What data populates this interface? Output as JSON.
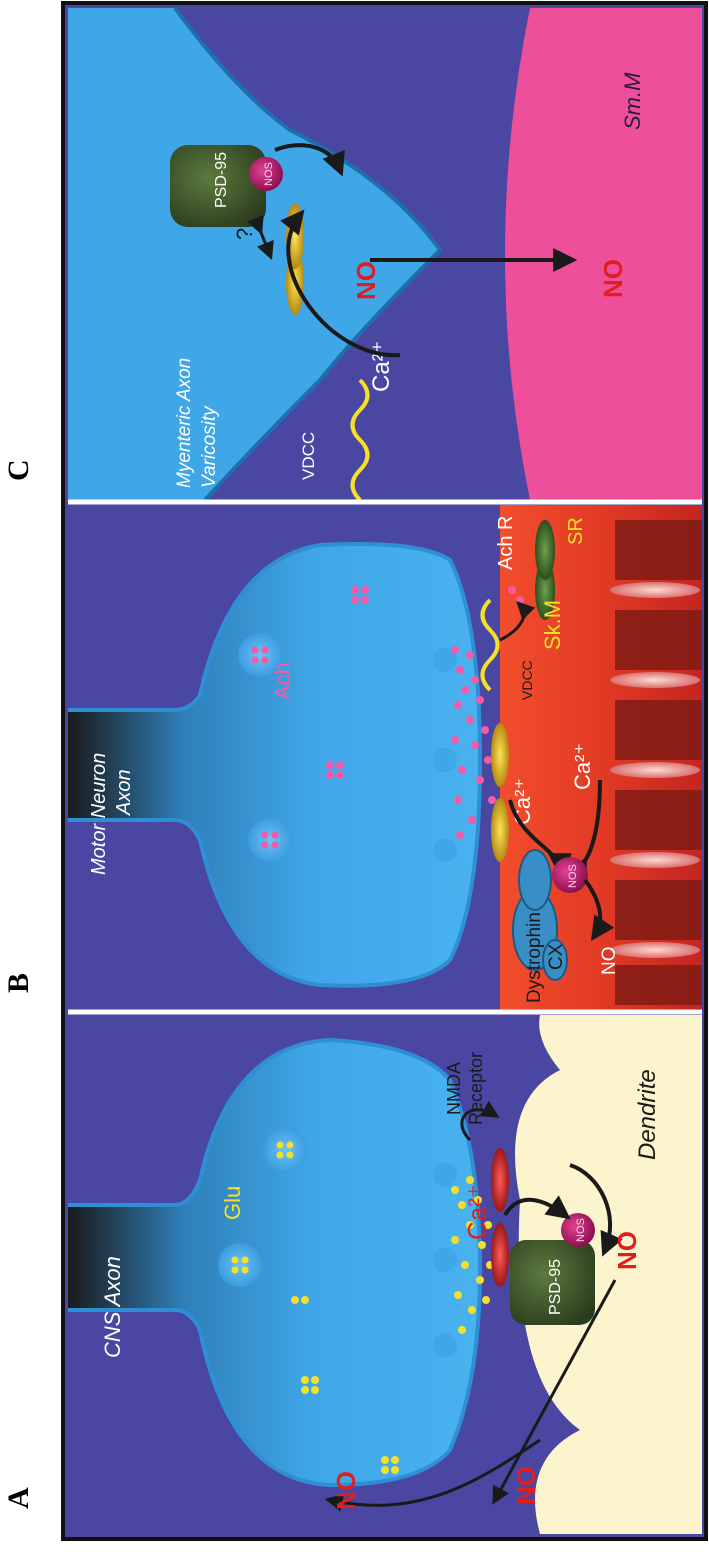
{
  "panels": {
    "a": {
      "letter": "A",
      "axon_label": "CNS Axon",
      "transmitter_label": "Glu",
      "receptor_label_line1": "NMDA",
      "receptor_label_line2": "Receptor",
      "psd_label": "PSD-95",
      "nos_label": "NOS",
      "calcium_label": "Ca²⁺",
      "no_label": "NO",
      "dendrite_label": "Dendrite"
    },
    "b": {
      "letter": "B",
      "axon_label_line1": "Motor Neuron",
      "axon_label_line2": "Axon",
      "transmitter_label": "Ach",
      "receptor_label": "Ach R",
      "vdcc_label": "VDCC",
      "calcium_label_1": "Ca²⁺",
      "calcium_label_2": "Ca²⁺",
      "dystrophin_line1": "Dystrophin",
      "dystrophin_line2": "CX",
      "nos_label": "NOS",
      "no_label": "NO",
      "muscle_label": "Sk.M",
      "sr_label": "SR"
    },
    "c": {
      "letter": "C",
      "varicosity_line1": "Myenteric Axon",
      "varicosity_line2": "Varicosity",
      "vdcc_label": "VDCC",
      "calcium_label": "Ca²⁺",
      "psd_label": "PSD-95",
      "nos_label": "NOS",
      "question_label": "?",
      "no_label_1": "NO",
      "no_label_2": "NO",
      "muscle_label": "Sm.M"
    }
  },
  "colors": {
    "background_purple": "#4a47a3",
    "axon_blue": "#3fa7e8",
    "axon_dark": "#1a1a1a",
    "dendrite_cream": "#fbf4cc",
    "skeletal_muscle_red": "#e8462a",
    "smooth_muscle_pink": "#ee4f9b",
    "receptor_red": "#c42828",
    "receptor_green": "#3f7a2e",
    "channel_yellow": "#e8c21a",
    "psd_green": "#3d5a2d",
    "nos_magenta": "#c41e73",
    "no_red": "#e11e1e",
    "vesicle_yellow": "#f4e02a",
    "ach_pink": "#f45aa8"
  }
}
